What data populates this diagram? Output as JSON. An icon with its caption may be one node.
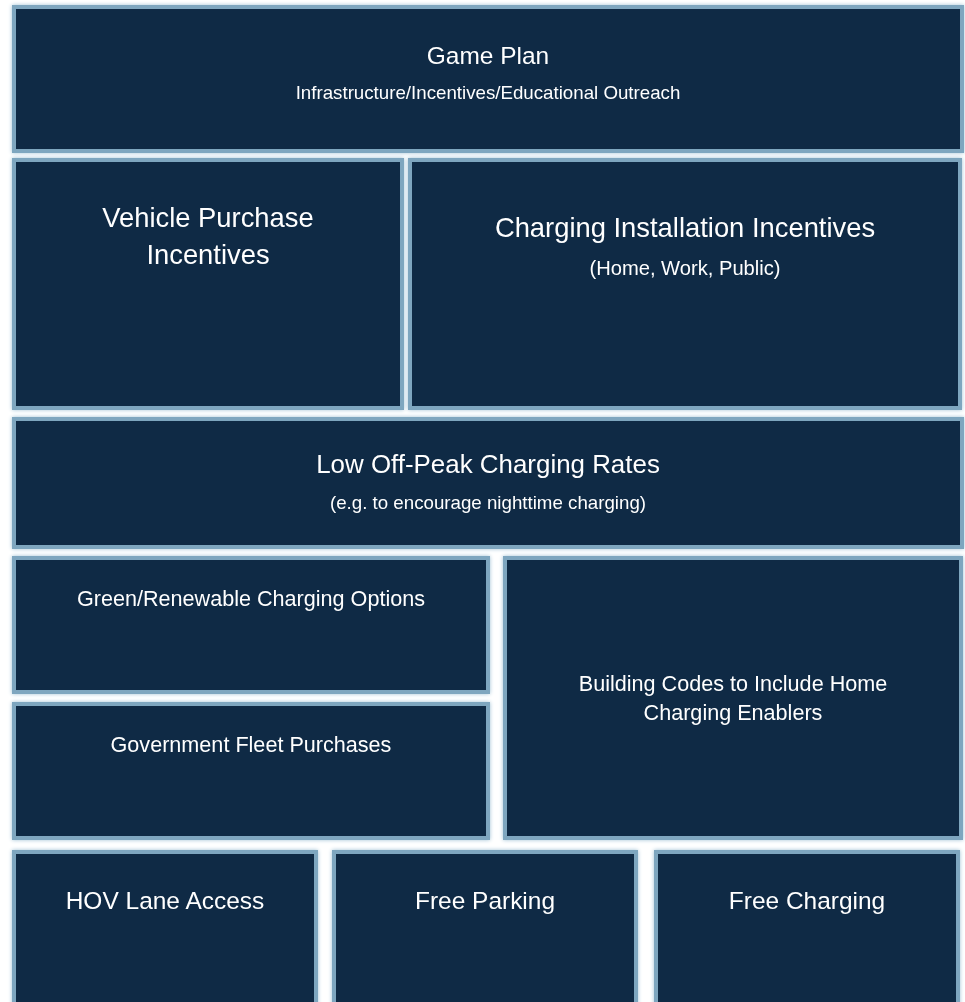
{
  "diagram": {
    "nodes": [
      {
        "text": [
          "Game Plan",
          "Infrastructure/Incentives/Educational Outreach"
        ]
      },
      {
        "text": [
          "Vehicle Purchase Incentives"
        ]
      },
      {
        "text": [
          "Charging Installation Incentives",
          "(Home, Work, Public)"
        ]
      },
      {
        "text": [
          "Low Off-Peak Charging Rates",
          "(e.g. to encourage nighttime charging)"
        ]
      },
      {
        "text": [
          "Green/Renewable Charging Options"
        ]
      },
      {
        "text": [
          "Building Codes to Include Home Charging Enablers"
        ]
      },
      {
        "text": [
          "Government Fleet Purchases"
        ]
      },
      {
        "text": [
          "HOV Lane Access"
        ]
      },
      {
        "text": [
          "Free Parking"
        ]
      },
      {
        "text": [
          "Free Charging"
        ]
      }
    ],
    "edges": []
  }
}
